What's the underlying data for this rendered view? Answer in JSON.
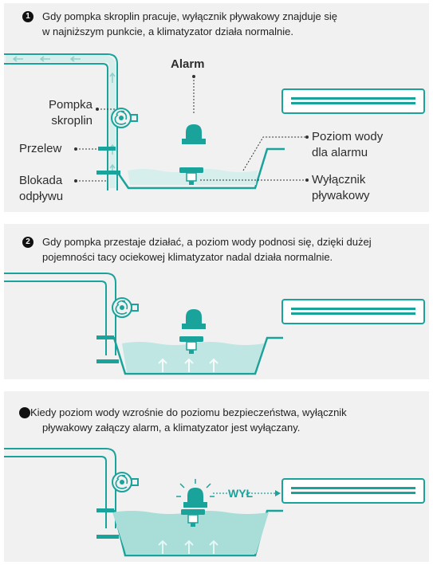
{
  "colors": {
    "teal": "#1aa39a",
    "teal_dark": "#137d76",
    "water": "#bfe6e2",
    "water_light": "#dff2f0",
    "background": "#f1f1f2"
  },
  "step1": {
    "number": "1",
    "caption_line1": "Gdy pompka skroplin pracuje, wyłącznik pływakowy znajduje się",
    "caption_line2": "w najniższym punkcie, a klimatyzator działa normalnie.",
    "label_alarm": "Alarm",
    "label_pump_line1": "Pompka",
    "label_pump_line2": "skroplin",
    "label_overflow": "Przelew",
    "label_drain_line1": "Blokada",
    "label_drain_line2": "odpływu",
    "label_level_line1": "Poziom wody",
    "label_level_line2": "dla alarmu",
    "label_switch_line1": "Wyłącznik",
    "label_switch_line2": "pływakowy"
  },
  "step2": {
    "number": "2",
    "caption_line1": "Gdy pompka przestaje działać, a poziom wody podnosi się, dzięki dużej",
    "caption_line2": "pojemności tacy ociekowej klimatyzator nadal działa normalnie."
  },
  "step3": {
    "caption_line1": "Kiedy poziom wody wzrośnie do poziomu bezpieczeństwa, wyłącznik",
    "caption_line2": "pływakowy załączy alarm, a klimatyzator jest wyłączany.",
    "label_off": "WYŁ"
  }
}
